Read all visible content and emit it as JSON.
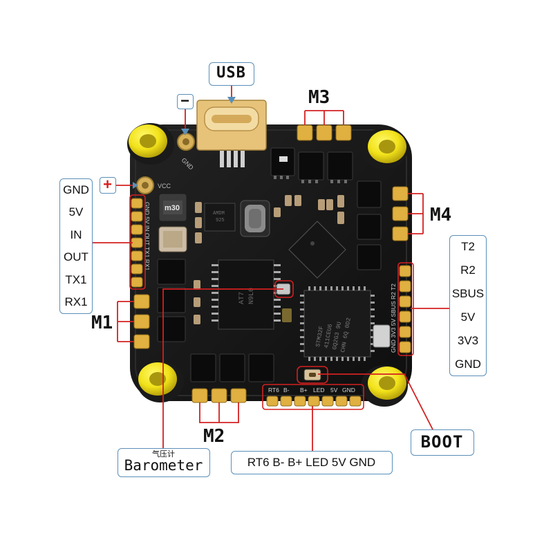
{
  "labels": {
    "usb": "USB",
    "minus": "−",
    "plus": "+",
    "m1": "M1",
    "m2": "M2",
    "m3": "M3",
    "m4": "M4",
    "boot": "BOOT",
    "barometer_cn": "气压计",
    "barometer": "Barometer"
  },
  "left_pins": [
    "GND",
    "5V",
    "IN",
    "OUT",
    "TX1",
    "RX1"
  ],
  "right_pins": [
    "T2",
    "R2",
    "SBUS",
    "5V",
    "3V3",
    "GND"
  ],
  "bottom_pins": "RT6 B- B+ LED 5V GND",
  "board_silkscreen": {
    "vcc": "VCC",
    "gnd": "GND",
    "inductor": "m30",
    "left_strip": "GND 5V IN OUT TX1 RX1",
    "right_strip": "GND 3V3 5V SBUS R2 T2",
    "bottom_strip": [
      "RT6",
      "B-",
      "B+",
      "LED",
      "5V",
      "GND"
    ],
    "mcu_text": [
      "STM32F",
      "411CEU6",
      "GQ2G3 9U",
      "CHN 6Q 0D2"
    ],
    "driver_text": [
      "AT7",
      "N9L0"
    ],
    "cap_text": [
      "AMDM",
      "925"
    ]
  },
  "colors": {
    "annotation_line": "#d42020",
    "callout_border": "#5a8fb8",
    "board": "#161616",
    "pad_gold": "#e0b040",
    "standoff_yellow": "#f2e21a"
  }
}
